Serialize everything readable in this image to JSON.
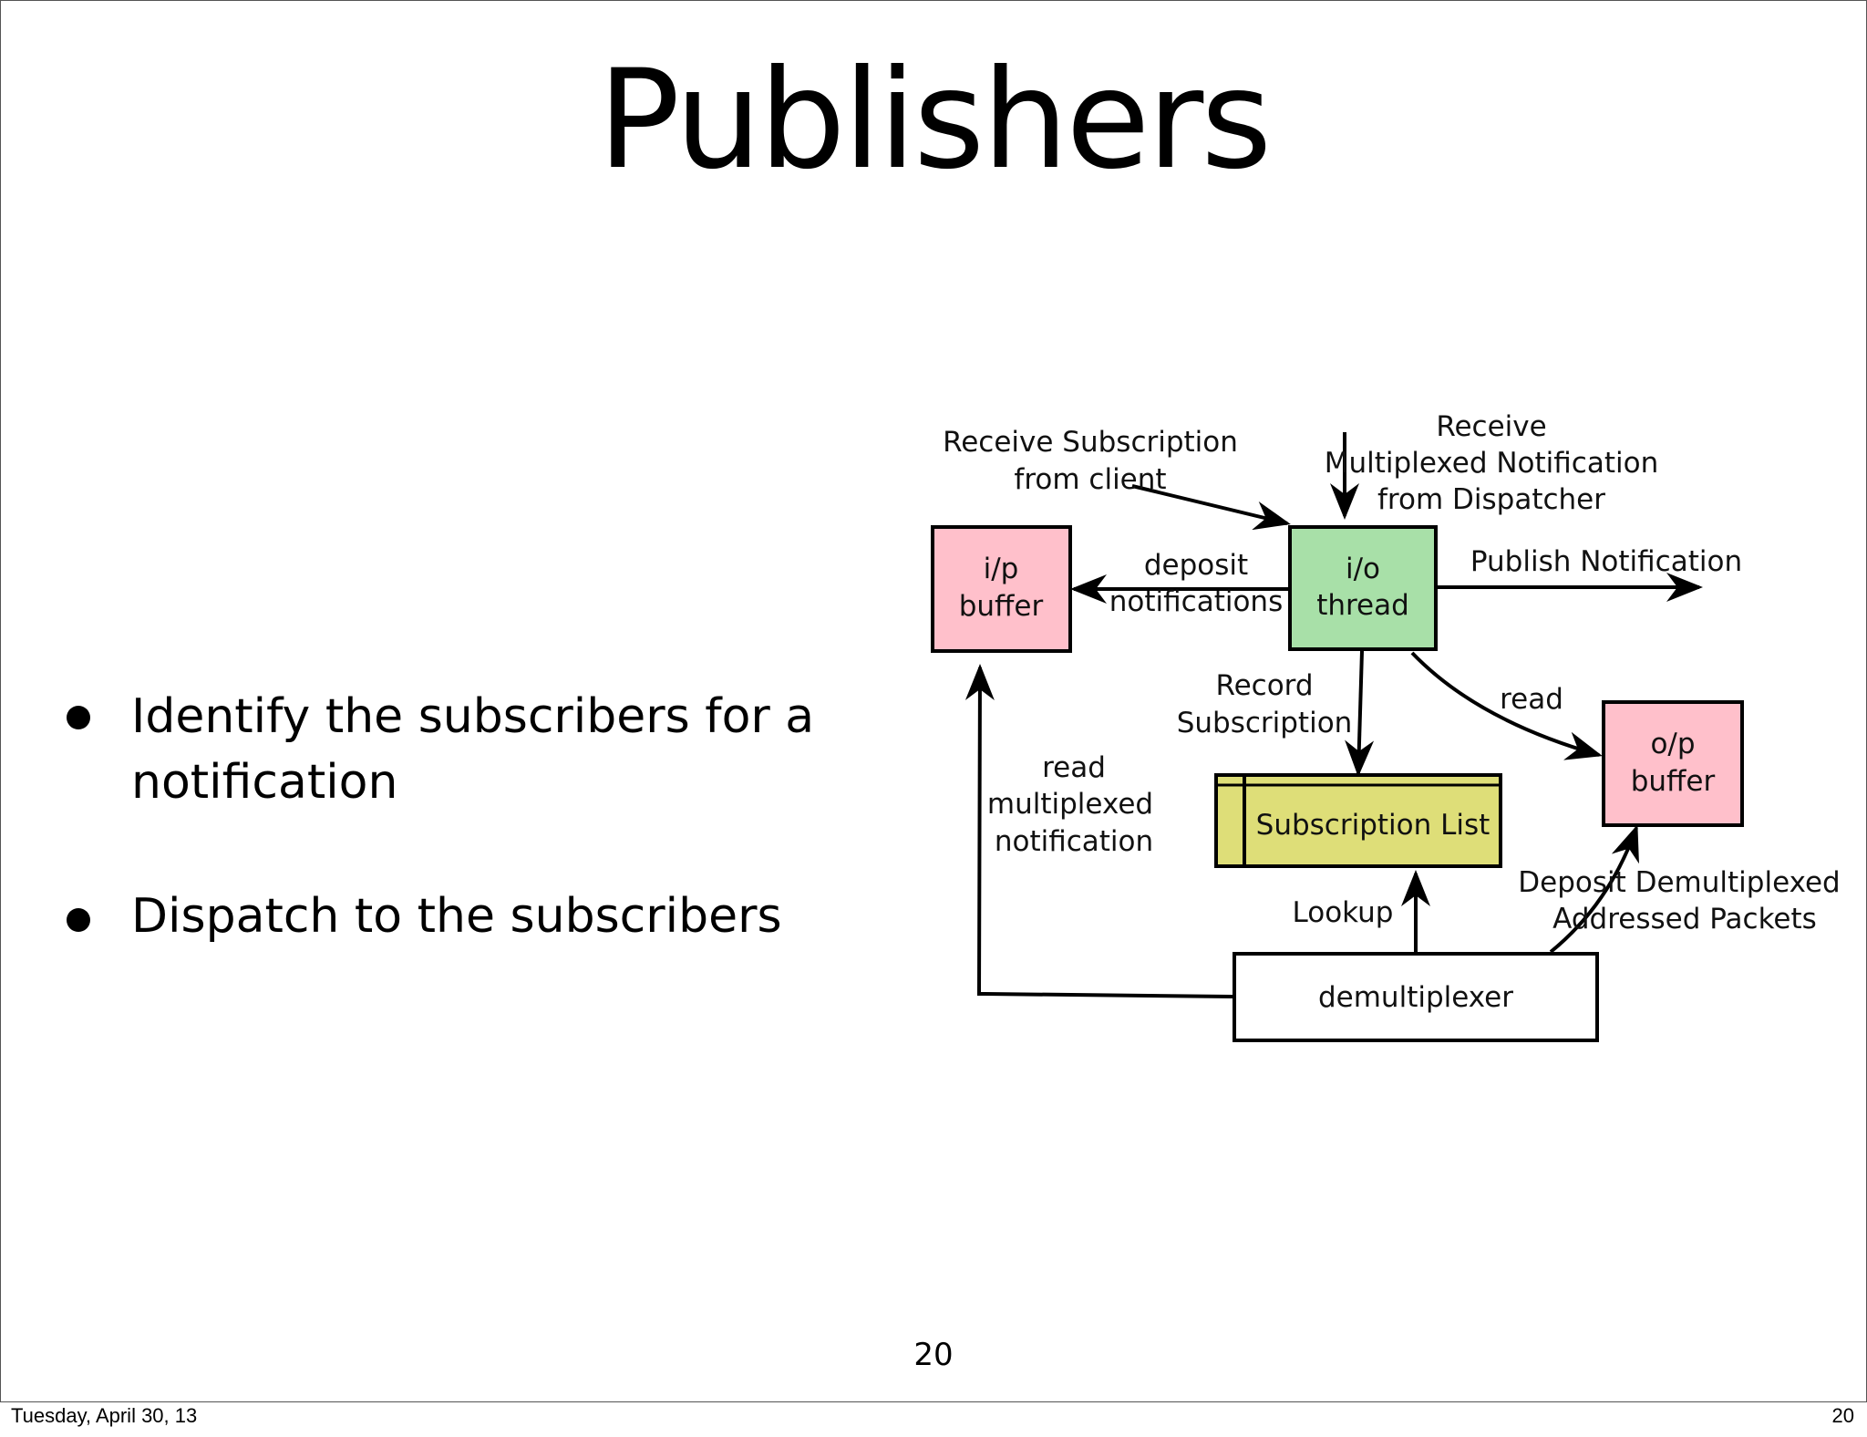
{
  "slide": {
    "title": "Publishers",
    "bullets": [
      {
        "line1": "Identify the subscribers for a",
        "line2": "notification"
      },
      {
        "line1": "Dispatch to the subscribers"
      }
    ],
    "slide_number": "20"
  },
  "footer": {
    "date": "Tuesday, April 30, 13",
    "page": "20"
  },
  "diagram": {
    "nodes": {
      "ip_buffer": {
        "line1": "i/p",
        "line2": "buffer",
        "color": "#ffc0cb"
      },
      "io_thread": {
        "line1": "i/o",
        "line2": "thread",
        "color": "#a8e0a8"
      },
      "op_buffer": {
        "line1": "o/p",
        "line2": "buffer",
        "color": "#ffc0cb"
      },
      "subscription_list": {
        "label": "Subscription List",
        "color": "#dede78"
      },
      "demultiplexer": {
        "label": "demultiplexer",
        "color": "#ffffff"
      }
    },
    "edges": {
      "receive_subscription": {
        "line1": "Receive Subscription",
        "line2": "from client"
      },
      "receive_multiplexed": {
        "line1": "Receive",
        "line2": "Multiplexed Notification",
        "line3": "from Dispatcher"
      },
      "deposit_notifications": {
        "line1": "deposit",
        "line2": "notifications"
      },
      "publish_notification": {
        "label": "Publish Notification"
      },
      "record_subscription": {
        "line1": "Record",
        "line2": "Subscription"
      },
      "read_op": {
        "label": "read"
      },
      "read_multiplexed": {
        "line1": "read",
        "line2": "multiplexed",
        "line3": "notification"
      },
      "lookup": {
        "label": "Lookup"
      },
      "deposit_demultiplexed": {
        "line1": "Deposit Demultiplexed",
        "line2": "Addressed Packets"
      }
    }
  }
}
